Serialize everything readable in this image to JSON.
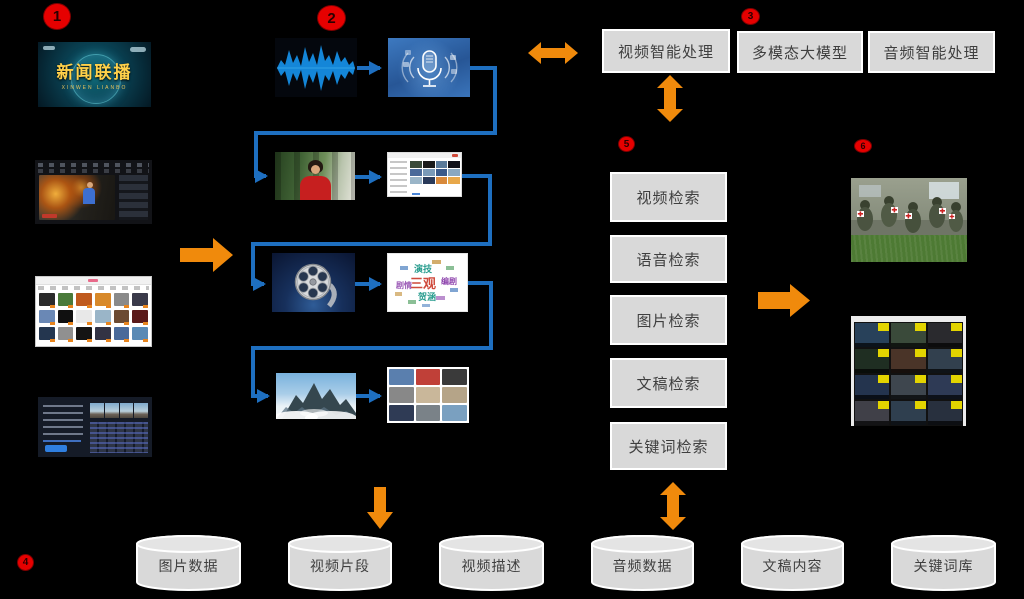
{
  "colors": {
    "accent_orange": "#f08a0c",
    "flow_blue": "#1e6fc0",
    "box_fill": "#d9d9d9",
    "box_border": "#ffffff",
    "box_text": "#3f3f3f",
    "marker_red": "#e60000",
    "badge_yellow": "#e3d400"
  },
  "markers": [
    {
      "num": "1"
    },
    {
      "num": "2"
    },
    {
      "num": "3"
    },
    {
      "num": "4"
    },
    {
      "num": "5"
    },
    {
      "num": "6"
    }
  ],
  "news_card": {
    "title": "新闻联播",
    "subtitle": "XINWEN LIANBO"
  },
  "processing": {
    "items": [
      {
        "label": "视频智能处理"
      },
      {
        "label": "多模态大模型"
      },
      {
        "label": "音频智能处理"
      }
    ]
  },
  "retrieval": {
    "items": [
      {
        "label": "视频检索"
      },
      {
        "label": "语音检索"
      },
      {
        "label": "图片检索"
      },
      {
        "label": "文稿检索"
      },
      {
        "label": "关键词检索"
      }
    ]
  },
  "databases": {
    "items": [
      {
        "label": "图片数据"
      },
      {
        "label": "视频片段"
      },
      {
        "label": "视频描述"
      },
      {
        "label": "音频数据"
      },
      {
        "label": "文稿内容"
      },
      {
        "label": "关键词库"
      }
    ]
  },
  "wordcloud": {
    "words": [
      {
        "text": "三观",
        "color": "#cf4a3c"
      },
      {
        "text": "演技",
        "color": "#2a9d8f"
      },
      {
        "text": "贺涵",
        "color": "#2a9d8f"
      },
      {
        "text": "编剧",
        "color": "#8e44ad"
      },
      {
        "text": "剧情",
        "color": "#9b59b6"
      }
    ]
  },
  "icons": {
    "microphone": "microphone-icon",
    "audio_waveform": "waveform-icon",
    "film_reel": "film-reel-icon",
    "database": "cylinder-icon",
    "flow_arrows": "block-arrow-icon"
  }
}
